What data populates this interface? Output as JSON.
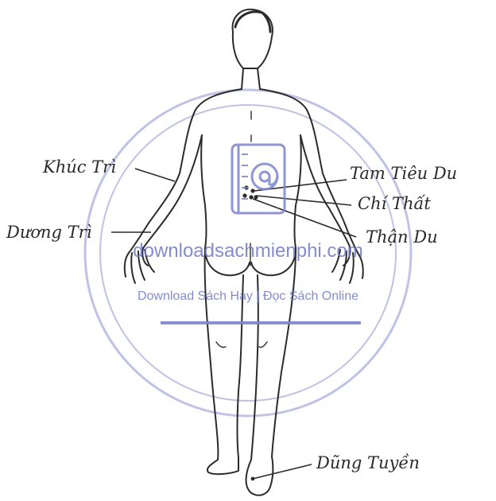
{
  "labels": {
    "khuc_tri": "Khúc Trì",
    "duong_tri": "Dương Trì",
    "tam_tieu_du": "Tam Tiêu Du",
    "chi_that": "Chí Thất",
    "than_du": "Thận Du",
    "dung_tuyen": "Dũng Tuyền"
  },
  "watermark": {
    "url": "downloadsachmienphi.com",
    "tagline": "Download Sách Hay | Đọc Sách Online"
  },
  "colors": {
    "ink": "#2a2a2a",
    "watermark": "#7b84cc"
  }
}
